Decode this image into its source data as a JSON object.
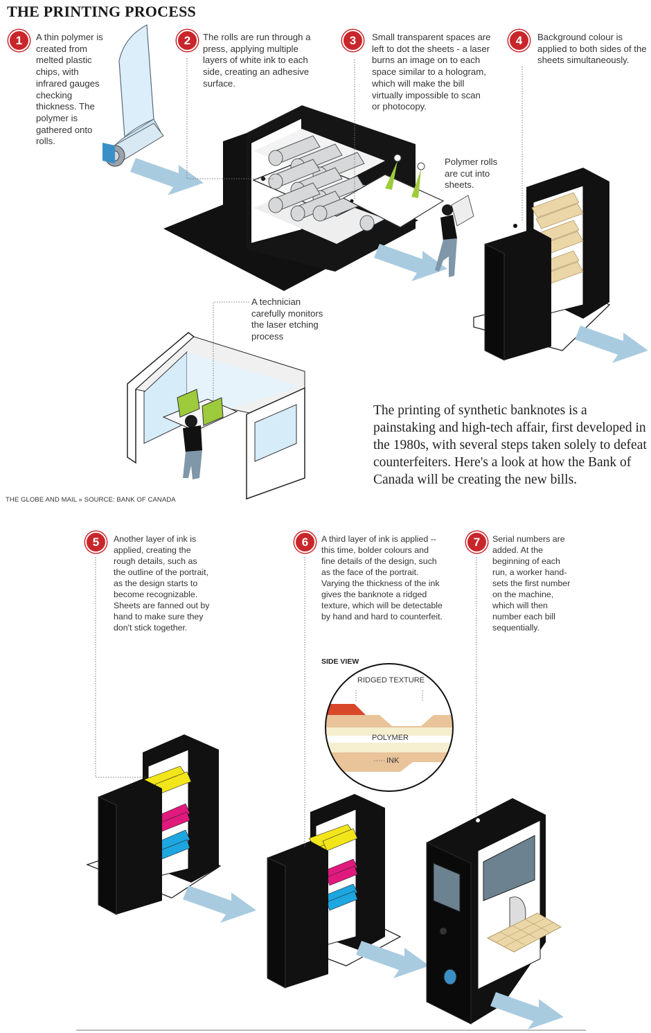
{
  "title": "THE PRINTING PROCESS",
  "intro": "The printing of synthetic banknotes is a painstaking and high-tech affair, first developed in the 1980s, with several steps taken solely to defeat counterfeiters. Here's a look at how the Bank of Canada will be creating the new bills.",
  "credit": "THE GLOBE AND MAIL  »  SOURCE: BANK OF CANADA",
  "steps": [
    {
      "num": "1",
      "text": "A thin polymer is created from melted plastic chips, with infrared gauges checking thickness. The polymer is gathered onto rolls."
    },
    {
      "num": "2",
      "text": "The rolls are run through a press, applying multiple layers of white ink to each side, creating an adhesive surface."
    },
    {
      "num": "3",
      "text": "Small transparent spaces are left to dot the sheets - a laser burns an image on to each space similar to a hologram, which will make the bill virtually impossible to scan or photocopy."
    },
    {
      "num": "4",
      "text": "Background colour is applied to both sides of the sheets simultaneously."
    },
    {
      "num": "5",
      "text": "Another layer of ink is applied, creating the rough details, such as the outline of the portrait, as the design starts to become recognizable. Sheets are fanned out by hand to make sure they don't stick together."
    },
    {
      "num": "6",
      "text": "A third layer of ink is applied -- this time, bolder colours and fine details of the design, such as the face of the portrait. Varying the thickness of the ink gives the banknote a ridged texture, which will be detectable by hand and hard to counterfeit."
    },
    {
      "num": "7",
      "text": "Serial numbers are added. At the beginning of each run, a worker hand-sets the first number on the machine, which will then number each bill sequentially."
    }
  ],
  "callouts": {
    "cut": "Polymer rolls are cut into sheets.",
    "technician": "A technician carefully monitors the laser etching process"
  },
  "side_view": {
    "title": "SIDE VIEW",
    "ridged": "RIDGED TEXTURE",
    "polymer": "POLYMER",
    "ink": "INK"
  },
  "colors": {
    "badge_red": "#c8262b",
    "machine_black": "#111111",
    "arrow_blue": "#a9cbe0",
    "ink_yellow": "#f2e51a",
    "ink_magenta": "#e0197d",
    "ink_cyan": "#1da6e0",
    "background_tan": "#ead6a6",
    "laser_green": "#9ecb3c",
    "ridge_red": "#d9472b",
    "ridge_tan": "#e9c39a"
  }
}
